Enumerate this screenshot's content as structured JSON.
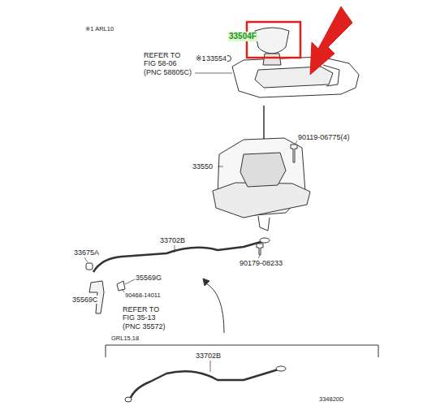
{
  "diagram": {
    "labels": [
      "※1 ARL10",
      "33504F",
      "REFER TO FIG 58-06 (PNC 58805C)",
      "※1",
      "33554",
      "33550",
      "90119-06775(4)",
      "33702B",
      "33675A",
      "90179-08233",
      "35569G",
      "35569C",
      "90468-14011",
      "REFER TO FIG 35-13 (PNC 35572)",
      "GRL15,18",
      "33702B",
      "334820D"
    ]
  }
}
